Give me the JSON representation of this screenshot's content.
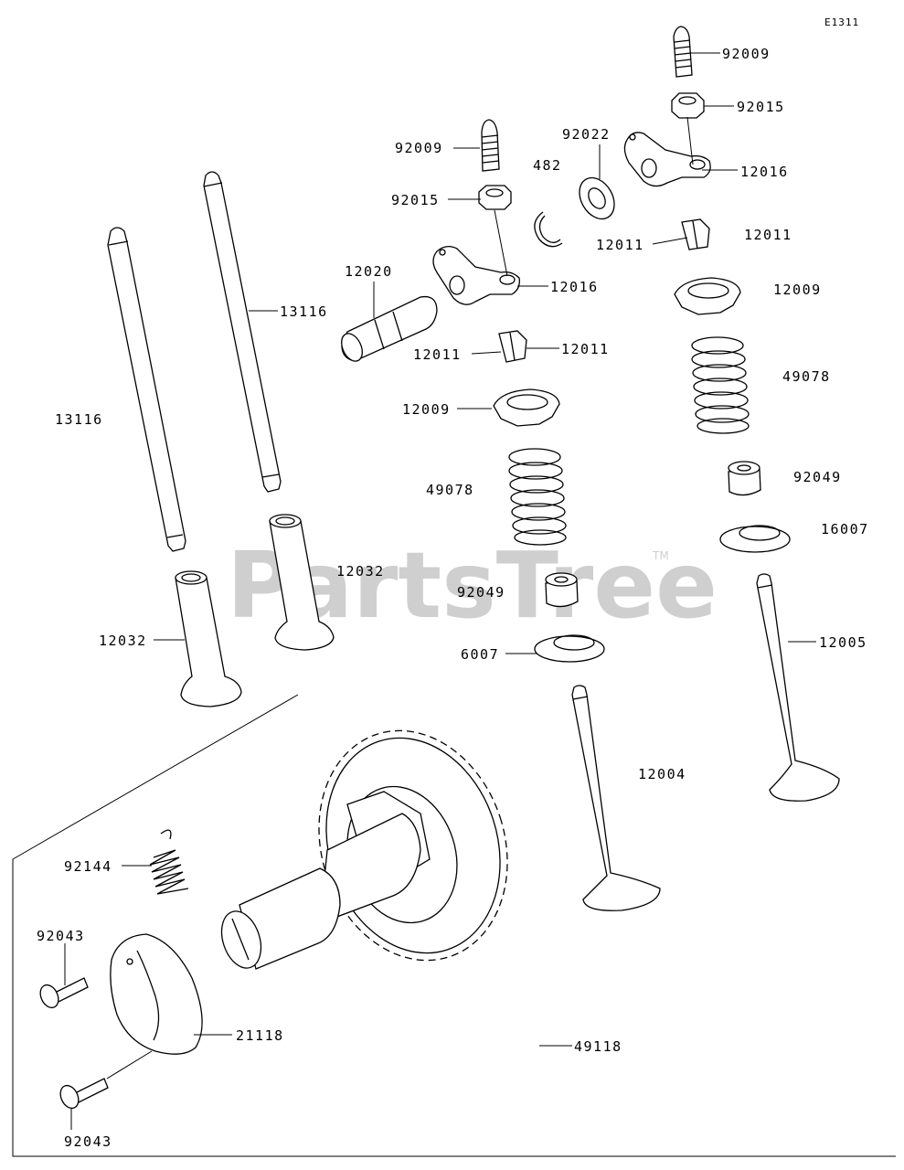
{
  "figure_id": "E1311",
  "watermark": {
    "text": "PartsTree",
    "tm": "TM"
  },
  "callouts": [
    {
      "id": "c01",
      "text": "92009"
    },
    {
      "id": "c02",
      "text": "92015"
    },
    {
      "id": "c03",
      "text": "12016"
    },
    {
      "id": "c04",
      "text": "92022"
    },
    {
      "id": "c05",
      "text": "482"
    },
    {
      "id": "c06",
      "text": "92009"
    },
    {
      "id": "c07",
      "text": "92015"
    },
    {
      "id": "c08",
      "text": "12011"
    },
    {
      "id": "c09",
      "text": "12011"
    },
    {
      "id": "c10",
      "text": "12020"
    },
    {
      "id": "c11",
      "text": "12016"
    },
    {
      "id": "c12",
      "text": "13116"
    },
    {
      "id": "c13",
      "text": "12009"
    },
    {
      "id": "c14",
      "text": "12011"
    },
    {
      "id": "c15",
      "text": "12011"
    },
    {
      "id": "c16",
      "text": "49078"
    },
    {
      "id": "c17",
      "text": "13116"
    },
    {
      "id": "c18",
      "text": "12009"
    },
    {
      "id": "c19",
      "text": "92049"
    },
    {
      "id": "c20",
      "text": "49078"
    },
    {
      "id": "c21",
      "text": "16007"
    },
    {
      "id": "c22",
      "text": "12032"
    },
    {
      "id": "c23",
      "text": "92049"
    },
    {
      "id": "c24",
      "text": "12032"
    },
    {
      "id": "c25",
      "text": "12005"
    },
    {
      "id": "c26",
      "text": "6007"
    },
    {
      "id": "c27",
      "text": "12004"
    },
    {
      "id": "c28",
      "text": "92144"
    },
    {
      "id": "c29",
      "text": "92043"
    },
    {
      "id": "c30",
      "text": "21118"
    },
    {
      "id": "c31",
      "text": "49118"
    },
    {
      "id": "c32",
      "text": "92043"
    }
  ]
}
